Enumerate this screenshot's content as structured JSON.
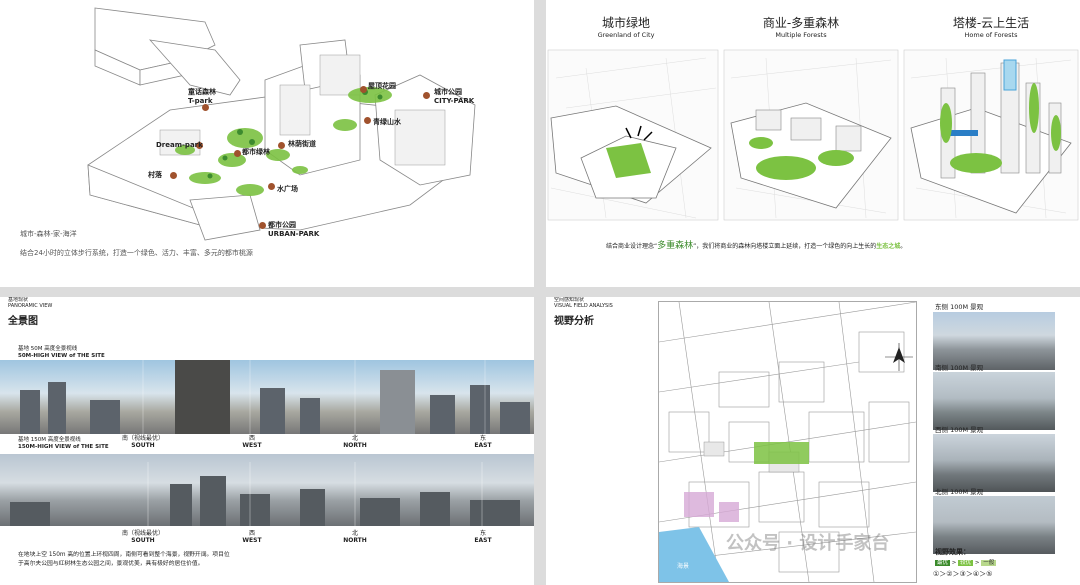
{
  "page1": {
    "caption1": "城市-森林-家-海洋",
    "caption2": "结合24小时的立体步行系统，打造一个绿色、活力、丰富、多元的都市桃源",
    "labels": [
      {
        "text": "童话森林",
        "sub": "T-park"
      },
      {
        "text": "屋顶花园",
        "sub": ""
      },
      {
        "text": "城市公园",
        "sub": "CITY-PARK"
      },
      {
        "text": "青绿山水",
        "sub": ""
      },
      {
        "text": "Dream-park",
        "sub": ""
      },
      {
        "text": "都市绿林",
        "sub": ""
      },
      {
        "text": "林荫街道",
        "sub": ""
      },
      {
        "text": "村落",
        "sub": ""
      },
      {
        "text": "水广场",
        "sub": ""
      },
      {
        "text": "都市公园",
        "sub": "URBAN-PARK"
      }
    ]
  },
  "page2": {
    "headers": [
      {
        "cn": "城市绿地",
        "en": "Greenland of City"
      },
      {
        "cn": "商业-多重森林",
        "en": "Multiple Forests"
      },
      {
        "cn": "塔楼-云上生活",
        "en": "Home of Forests"
      }
    ],
    "caption_pre": "结合商业设计理念“",
    "caption_highlight": "多重森林",
    "caption_mid": "”，我们将商业的森林向塔楼立面上延续，打造一个绿色的向上生长的",
    "caption_end": "生态之城",
    "caption_tail": "。"
  },
  "page3": {
    "tag_cn": "基地现状",
    "tag_en": "PANORAMIC VIEW",
    "title": "全景图",
    "pano1_cn": "基地 50M 高度全景视线",
    "pano1_en": "50M-HIGH VIEW of THE SITE",
    "pano2_cn": "基地 150M 高度全景视线",
    "pano2_en": "150M-HIGH VIEW of THE SITE",
    "directions1": [
      {
        "cn": "南（视线最优）",
        "en": "SOUTH"
      },
      {
        "cn": "西",
        "en": "WEST"
      },
      {
        "cn": "北",
        "en": "NORTH"
      },
      {
        "cn": "东",
        "en": "EAST"
      }
    ],
    "directions2": [
      {
        "cn": "南（视线最优）",
        "en": "SOUTH"
      },
      {
        "cn": "西",
        "en": "WEST"
      },
      {
        "cn": "北",
        "en": "NORTH"
      },
      {
        "cn": "东",
        "en": "EAST"
      }
    ],
    "body1": "在地块上空 150m 高的位置上环视四周，南侧可看到整个海景，视野开阔。项目位",
    "body2": "于高尔夫公园与红树林生态公园之间，景观优美，具有极好的居住价值。"
  },
  "page4": {
    "tag_cn": "空间感知现状",
    "tag_en": "VISUAL FIELD ANALYSIS",
    "title": "视野分析",
    "sea_label": "海景",
    "views": [
      "东侧 100M 景观",
      "南侧 100M 景观",
      "西侧 100M 景观",
      "北侧 100M 景观"
    ],
    "effect_title": "视野效果：",
    "legend": [
      "最优",
      "较优",
      "一般"
    ],
    "sequence": "①＞②＞③＞④＞⑤",
    "watermark": "公众号 · 设计手家台"
  }
}
